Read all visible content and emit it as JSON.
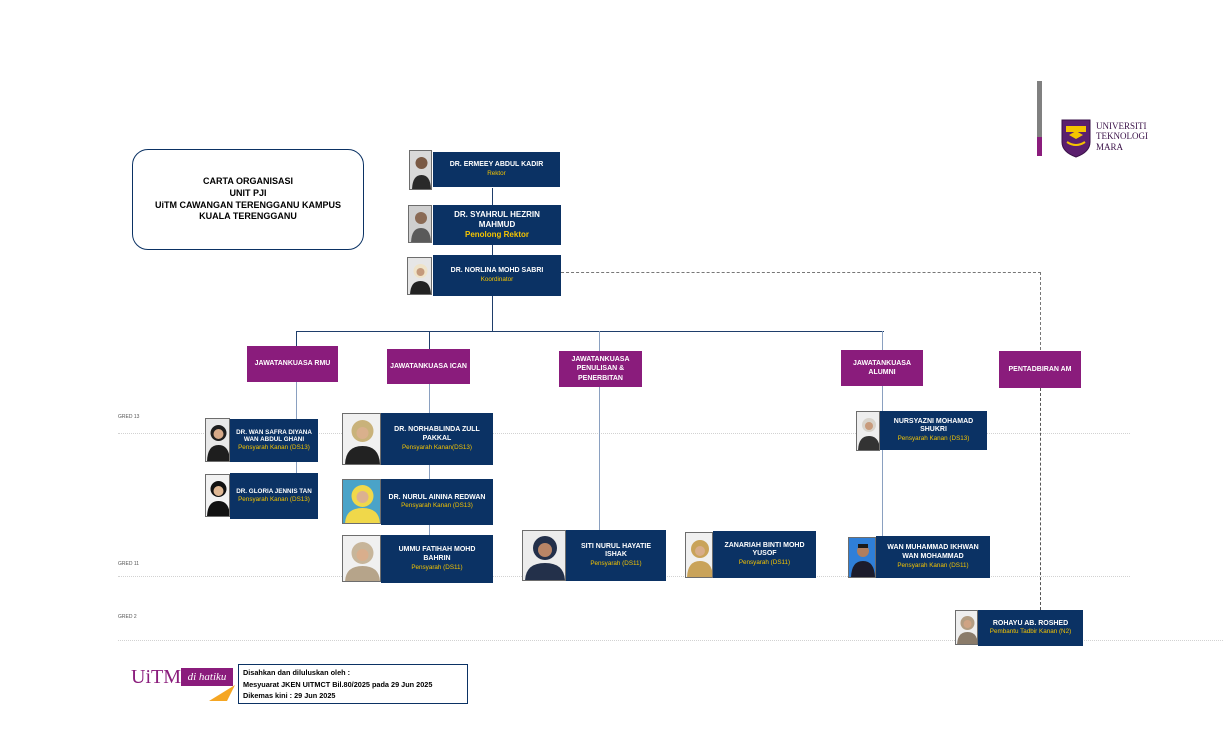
{
  "title_box": {
    "lines": [
      "CARTA ORGANISASI",
      "UNIT PJI",
      "UiTM CAWANGAN TERENGGANU KAMPUS",
      "KUALA TERENGGANU"
    ]
  },
  "logo": {
    "lines": [
      "UNIVERSITI",
      "TEKNOLOGI",
      "MARA"
    ]
  },
  "colors": {
    "navy": "#0b3264",
    "purple": "#8a1c7c",
    "gold": "#f5c400",
    "connector": "#1f3e6b"
  },
  "grades": {
    "g13": "GRED 13",
    "g11": "GRED 11",
    "g2": "GRED 2"
  },
  "leaders": [
    {
      "name": "DR. ERMEEY ABDUL KADIR",
      "role": "Rektor",
      "photo": "man-portrait"
    },
    {
      "name": "DR. SYAHRUL HEZRIN MAHMUD",
      "role": "Penolong Rektor",
      "photo": "man-portrait"
    },
    {
      "name": "DR. NORLINA MOHD SABRI",
      "role": "Koordinator",
      "photo": "woman-portrait"
    }
  ],
  "committees": [
    {
      "label": "JAWATANKUASA RMU"
    },
    {
      "label": "JAWATANKUASA ICAN"
    },
    {
      "label": "JAWATANKUASA PENULISAN & PENERBITAN"
    },
    {
      "label": "JAWATANKUASA ALUMNI"
    },
    {
      "label": "PENTADBIRAN AM"
    }
  ],
  "staff": [
    {
      "name": "DR. WAN SAFRA DIYANA WAN ABDUL GHANI",
      "role": "Pensyarah Kanan (DS13)",
      "photo": "woman-portrait"
    },
    {
      "name": "DR. GLORIA JENNIS TAN",
      "role": "Pensyarah Kanan (DS13)",
      "photo": "woman-portrait"
    },
    {
      "name": "DR. NORHABLINDA ZULL PAKKAL",
      "role": "Pensyarah Kanan(DS13)",
      "photo": "woman-portrait"
    },
    {
      "name": "DR. NURUL AININA REDWAN",
      "role": "Pensyarah Kanan (DS13)",
      "photo": "woman-portrait"
    },
    {
      "name": "UMMU FATIHAH MOHD BAHRIN",
      "role": "Pensyarah (DS11)",
      "photo": "woman-portrait"
    },
    {
      "name": "SITI NURUL HAYATIE ISHAK",
      "role": "Pensyarah  (DS11)",
      "photo": "woman-portrait"
    },
    {
      "name": "ZANARIAH BINTI MOHD YUSOF",
      "role": "Pensyarah  (DS11)",
      "photo": "woman-portrait"
    },
    {
      "name": "NURSYAZNI MOHAMAD SHUKRI",
      "role": "Pensyarah Kanan (DS13)",
      "photo": "woman-portrait"
    },
    {
      "name": "WAN MUHAMMAD IKHWAN WAN MOHAMMAD",
      "role": "Pensyarah Kanan (DS11)",
      "photo": "man-portrait"
    },
    {
      "name": "ROHAYU AB. ROSHED",
      "role": "Pembantu Tadbir Kanan (N2)",
      "photo": "woman-portrait"
    }
  ],
  "footer": {
    "logo_main": "UiTM",
    "logo_tag": "di hatiku",
    "approved_label": "Disahkan dan diluluskan oleh :",
    "meeting": "Mesyuarat JKEN UITMCT Bil.80/2025 pada 29 Jun 2025",
    "updated": "Dikemas kini : 29 Jun 2025"
  }
}
